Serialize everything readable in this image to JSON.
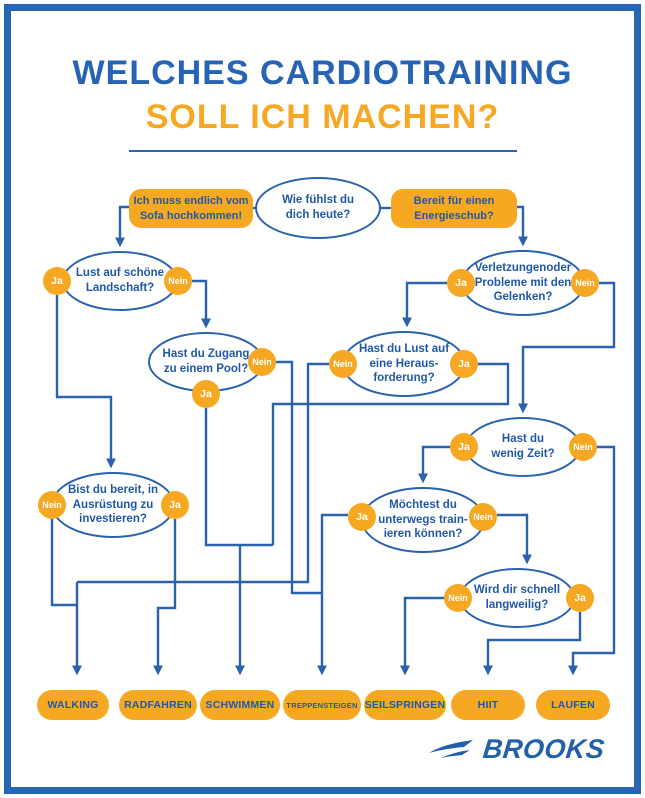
{
  "title": {
    "line1": "WELCHES CARDIOTRAINING",
    "line2": "SOLL ICH MACHEN?"
  },
  "colors": {
    "blue": "#2763b4",
    "orange": "#f6a823",
    "white": "#ffffff"
  },
  "labels": {
    "yes": "Ja",
    "no": "Nein"
  },
  "start": {
    "question": "Wie fühlst du\ndich heute?",
    "left_option": "Ich muss endlich vom\nSofa hochkommen!",
    "right_option": "Bereit für einen\nEnergieschub?"
  },
  "questions": {
    "landschaft": "Lust auf schöne\nLandschaft?",
    "pool": "Hast du Zugang\nzu einem Pool?",
    "verletzungen": "Verletzungenoder\nProbleme mit den\nGelenken?",
    "herausforderung": "Hast du Lust auf\neine Heraus-\nforderung?",
    "wenig_zeit": "Hast du\nwenig Zeit?",
    "ausruestung": "Bist du bereit, in\nAusrüstung zu\ninvestieren?",
    "unterwegs": "Möchtest du\nunterwegs train-\nieren können?",
    "langweilig": "Wird dir schnell\nlangweilig?"
  },
  "results": [
    "WALKING",
    "RADFAHREN",
    "SCHWIMMEN",
    "TREPPENSTEIGEN",
    "SEILSPRINGEN",
    "HIIT",
    "LAUFEN"
  ],
  "brand": {
    "name": "BROOKS"
  }
}
